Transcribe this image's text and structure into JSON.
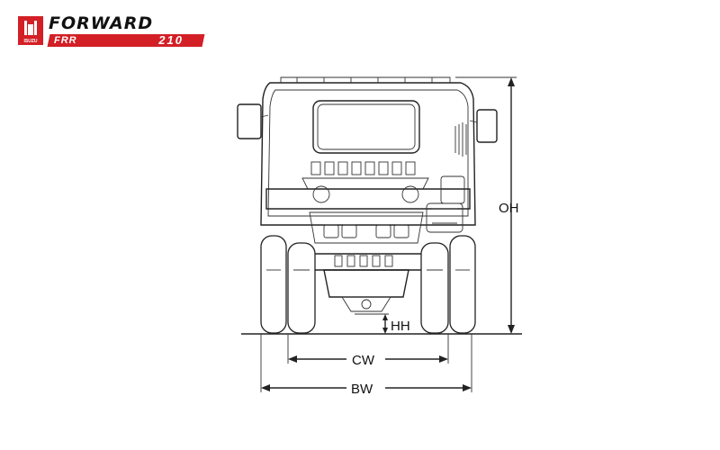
{
  "logo": {
    "badge_text": "ISUZU",
    "title": "FORWARD",
    "model": "FRR",
    "number": "210",
    "brand_color": "#d31f26"
  },
  "dimensions": {
    "overall_height": "OH",
    "cab_width": "CW",
    "body_width": "BW",
    "height_hh": "HH"
  },
  "colors": {
    "line": "#222222",
    "background": "#ffffff"
  }
}
